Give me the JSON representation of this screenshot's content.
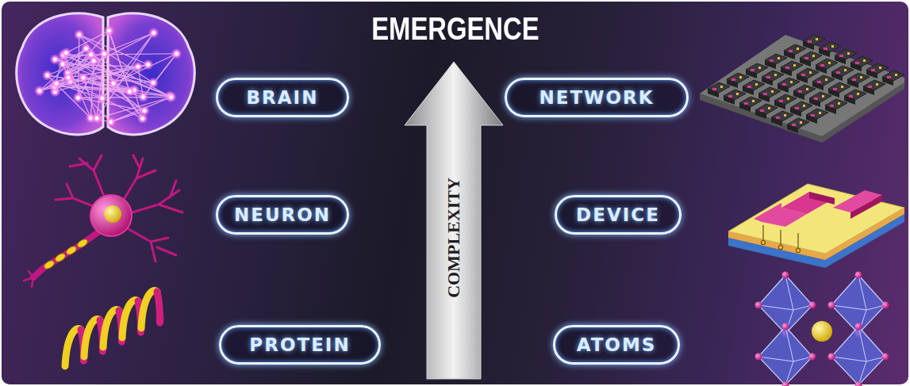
{
  "diagram": {
    "title": "EMERGENCE",
    "nodes": [
      {
        "text": [
          "BRAIN"
        ]
      },
      {
        "text": [
          "NEURON"
        ]
      },
      {
        "text": [
          "PROTEIN"
        ]
      },
      {
        "text": [
          "NETWORK"
        ]
      },
      {
        "text": [
          "DEVICE"
        ]
      },
      {
        "text": [
          "ATOMS"
        ]
      }
    ],
    "edges": [
      {
        "from": 2,
        "to": 1,
        "arrow": "to"
      },
      {
        "from": 1,
        "to": 0,
        "arrow": "to"
      },
      {
        "from": 5,
        "to": 4,
        "arrow": "to"
      },
      {
        "from": 4,
        "to": 3,
        "arrow": "to"
      }
    ],
    "labels": [
      "COMPLEXITY"
    ]
  }
}
